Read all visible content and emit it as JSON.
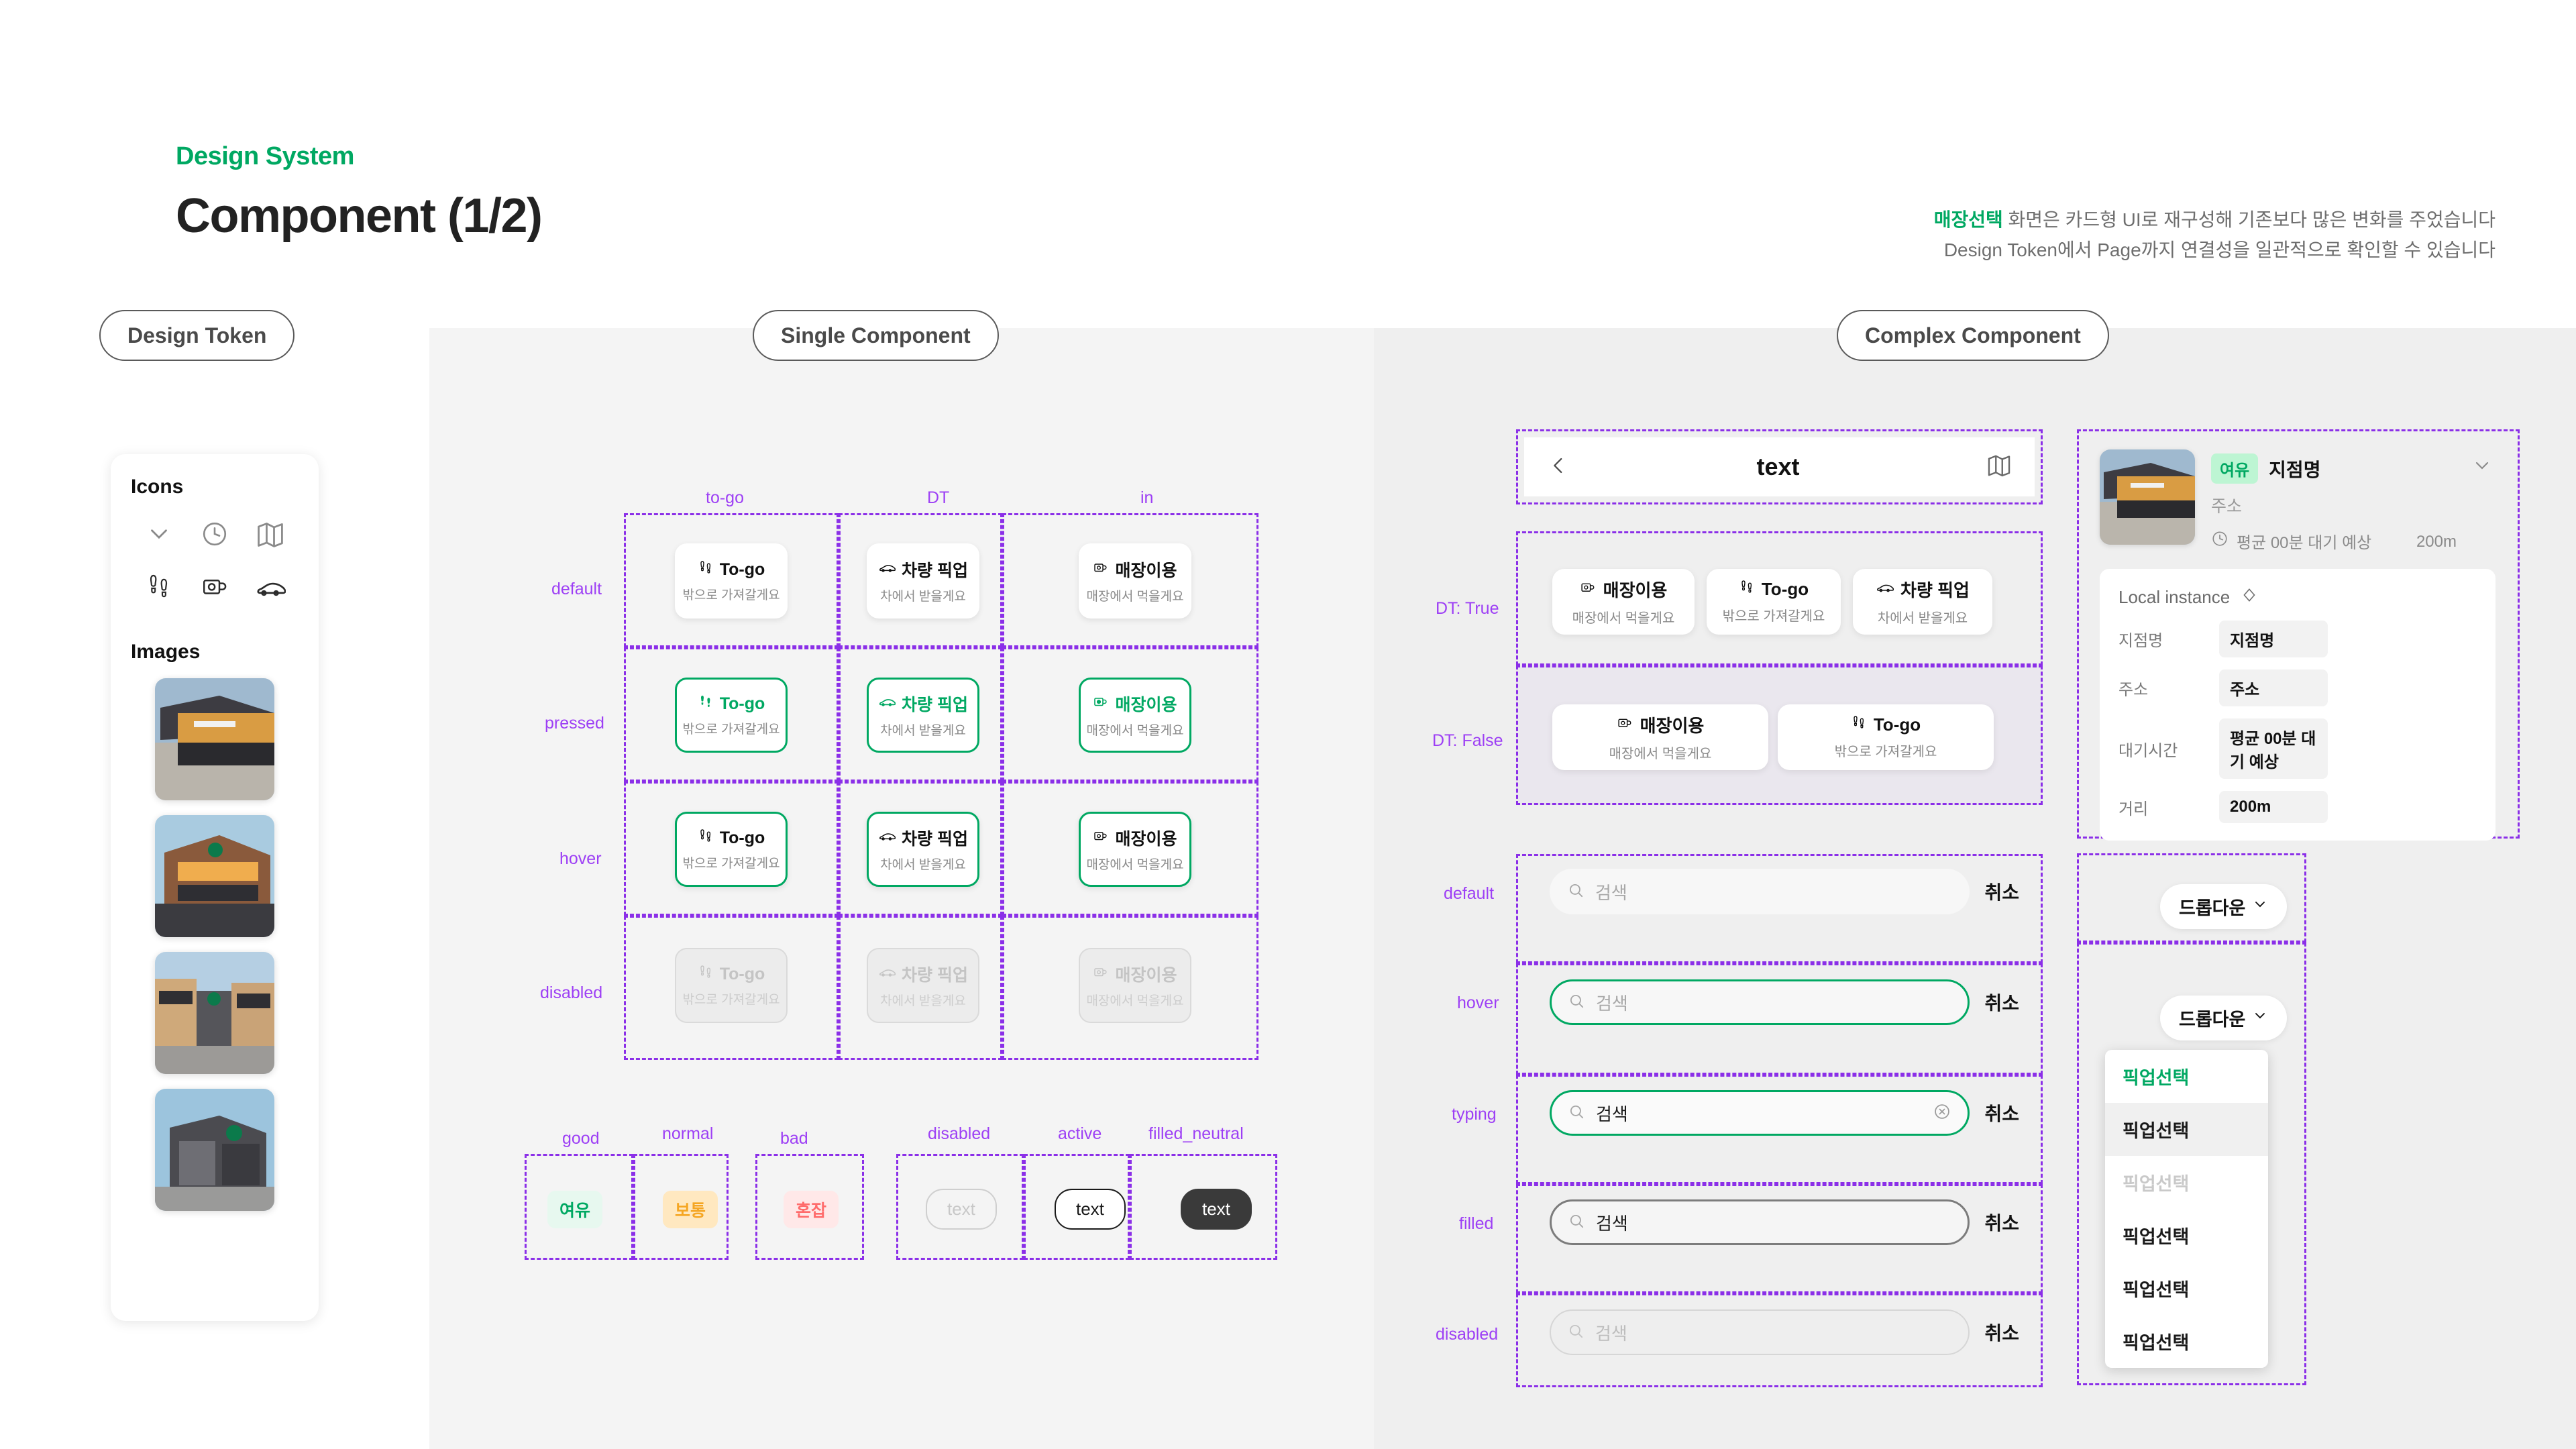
{
  "header": {
    "eyebrow": "Design System",
    "title": "Component (1/2)",
    "note_line1_accent": "매장선택",
    "note_line1_rest": " 화면은 카드형 UI로 재구성해 기존보다 많은 변화를 주었습니다",
    "note_line2": "Design Token에서 Page까지 연결성을 일관적으로 확인할 수 있습니다"
  },
  "sections": {
    "design_token": "Design Token",
    "single_component": "Single Component",
    "complex_component": "Complex Component"
  },
  "token_card": {
    "icons_heading": "Icons",
    "icons": [
      "chevron-down-icon",
      "clock-icon",
      "map-icon",
      "footprints-icon",
      "cup-icon",
      "car-icon"
    ],
    "images_heading": "Images",
    "image_count": 4
  },
  "single": {
    "column_labels": [
      "to-go",
      "DT",
      "in"
    ],
    "row_labels": [
      "default",
      "pressed",
      "hover",
      "disabled"
    ],
    "options": [
      {
        "key": "to-go",
        "icon": "footprints-icon",
        "title": "To-go",
        "sub": "밖으로 가져갈게요"
      },
      {
        "key": "DT",
        "icon": "car-icon",
        "title": "차량 픽업",
        "sub": "차에서 받을게요"
      },
      {
        "key": "in",
        "icon": "cup-icon",
        "title": "매장이용",
        "sub": "매장에서 먹을게요"
      }
    ],
    "status_labels": [
      "good",
      "normal",
      "bad"
    ],
    "status_chips": [
      {
        "label": "여유",
        "state": "good",
        "color": "#00A862",
        "bg": "#e7f8ef"
      },
      {
        "label": "보통",
        "state": "normal",
        "color": "#f5a623",
        "bg": "#ffe8c0"
      },
      {
        "label": "혼잡",
        "state": "bad",
        "color": "#ff6b6b",
        "bg": "#ffe8e8"
      }
    ],
    "button_labels": [
      "disabled",
      "active",
      "filled_neutral"
    ],
    "buttons": [
      {
        "label": "text",
        "state": "disabled"
      },
      {
        "label": "text",
        "state": "active"
      },
      {
        "label": "text",
        "state": "filled_neutral"
      }
    ]
  },
  "complex": {
    "appbar": {
      "title": "text",
      "back_icon": "chevron-left-icon",
      "map_icon": "map-icon"
    },
    "dt_labels": {
      "true": "DT: True",
      "false": "DT: False"
    },
    "dt_true_options": [
      {
        "icon": "cup-icon",
        "title": "매장이용",
        "sub": "매장에서 먹을게요"
      },
      {
        "icon": "footprints-icon",
        "title": "To-go",
        "sub": "밖으로 가져갈게요"
      },
      {
        "icon": "car-icon",
        "title": "차량 픽업",
        "sub": "차에서 받을게요"
      }
    ],
    "dt_false_options": [
      {
        "icon": "cup-icon",
        "title": "매장이용",
        "sub": "매장에서 먹을게요"
      },
      {
        "icon": "footprints-icon",
        "title": "To-go",
        "sub": "밖으로 가져갈게요"
      }
    ],
    "search_rows": [
      {
        "state": "default",
        "placeholder": "검색",
        "cancel": "취소",
        "has_clear": false
      },
      {
        "state": "hover",
        "placeholder": "검색",
        "cancel": "취소",
        "has_clear": false
      },
      {
        "state": "typing",
        "placeholder": "검색",
        "cancel": "취소",
        "has_clear": true
      },
      {
        "state": "filled",
        "placeholder": "검색",
        "cancel": "취소",
        "has_clear": false
      },
      {
        "state": "disabled",
        "placeholder": "검색",
        "cancel": "취소",
        "has_clear": false
      }
    ],
    "store_card": {
      "badge": "여유",
      "name": "지점명",
      "address": "주소",
      "wait": "평균 00분 대기 예상",
      "distance": "200m",
      "local_instance_label": "Local instance",
      "fields": [
        {
          "key": "지점명",
          "value": "지점명"
        },
        {
          "key": "주소",
          "value": "주소"
        },
        {
          "key": "대기시간",
          "value": "평균 00분 대기 예상"
        },
        {
          "key": "거리",
          "value": "200m"
        }
      ]
    },
    "dropdown": {
      "label": "드롭다운",
      "items": [
        {
          "label": "픽업선택",
          "state": "selected"
        },
        {
          "label": "픽업선택",
          "state": "hover"
        },
        {
          "label": "픽업선택",
          "state": "disabled"
        },
        {
          "label": "픽업선택",
          "state": "default"
        },
        {
          "label": "픽업선택",
          "state": "default"
        },
        {
          "label": "픽업선택",
          "state": "default"
        }
      ]
    }
  },
  "colors": {
    "brand_green": "#00A862",
    "spec_purple": "#8b2fe8",
    "neutral_dark": "#3a3a3a"
  }
}
